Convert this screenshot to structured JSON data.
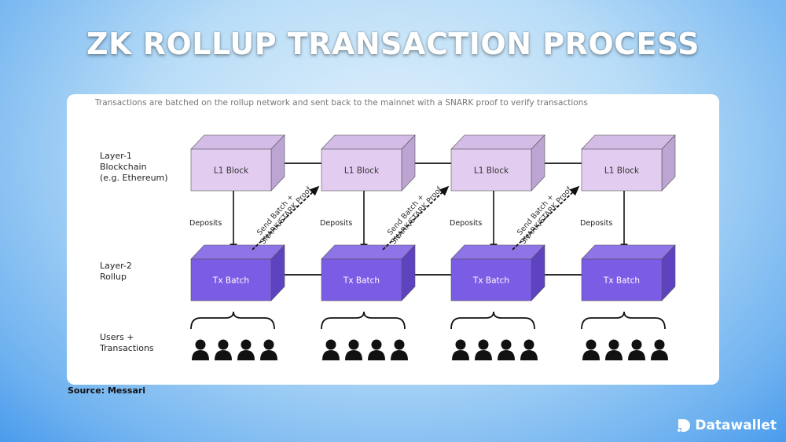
{
  "title": "ZK ROLLUP TRANSACTION PROCESS",
  "diagram": {
    "caption": "Transactions are batched on the rollup network and sent back to the mainnet with a SNARK proof to verify transactions",
    "rows": [
      {
        "label_lines": [
          "Layer-1",
          "Blockchain",
          "(e.g. Ethereum)"
        ]
      },
      {
        "label_lines": [
          "Layer-2",
          "Rollup"
        ]
      },
      {
        "label_lines": [
          "Users +",
          "Transactions"
        ]
      }
    ],
    "l1_block_label": "L1 Block",
    "tx_batch_label": "Tx Batch",
    "deposits_label": "Deposits",
    "proof_label_lines": [
      "Send Batch +",
      "SNARK/STARK Proof"
    ],
    "columns": 4,
    "users_per_group": 4,
    "colors": {
      "l1_front": "#e2cdf0",
      "l1_top": "#d3bde6",
      "l1_side": "#bca5d2",
      "tx_front": "#7b5ce4",
      "tx_top": "#8f74e8",
      "tx_side": "#5d43c0"
    }
  },
  "source": "Source: Messari",
  "brand": {
    "name": "Datawallet",
    "icon": "datawallet-logo-icon"
  }
}
